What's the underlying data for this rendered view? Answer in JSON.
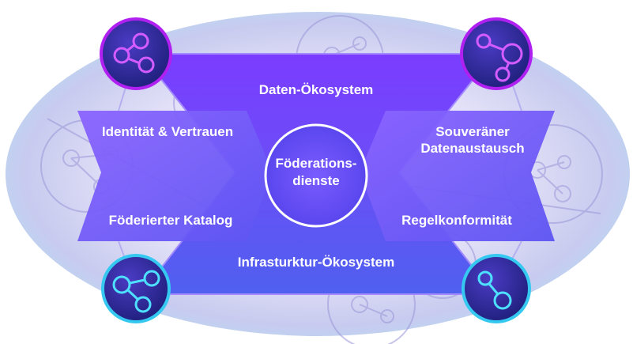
{
  "diagram": {
    "top_label": "Daten-Ökosystem",
    "bottom_label": "Infrasturktur-Ökosystem",
    "left_top_label": "Identität & Vertrauen",
    "left_bottom_label": "Föderierter Katalog",
    "right_top_label_line1": "Souveräner",
    "right_top_label_line2": "Datenaustausch",
    "right_bottom_label": "Regelkonformität",
    "center_label_line1": "Föderations-",
    "center_label_line2": "dienste"
  },
  "icons": {
    "top_left": "network-nodes-icon",
    "top_right": "network-nodes-icon",
    "bottom_left": "network-nodes-icon",
    "bottom_right": "network-nodes-icon"
  },
  "colors": {
    "hexagon_top": "#7a44ff",
    "hexagon_bottom": "#5a52f0",
    "side_shapes": "#6a5df5",
    "purple_ring": "#a020e8",
    "cyan_ring": "#3ed6f5",
    "node_dark": "#2a2890"
  }
}
